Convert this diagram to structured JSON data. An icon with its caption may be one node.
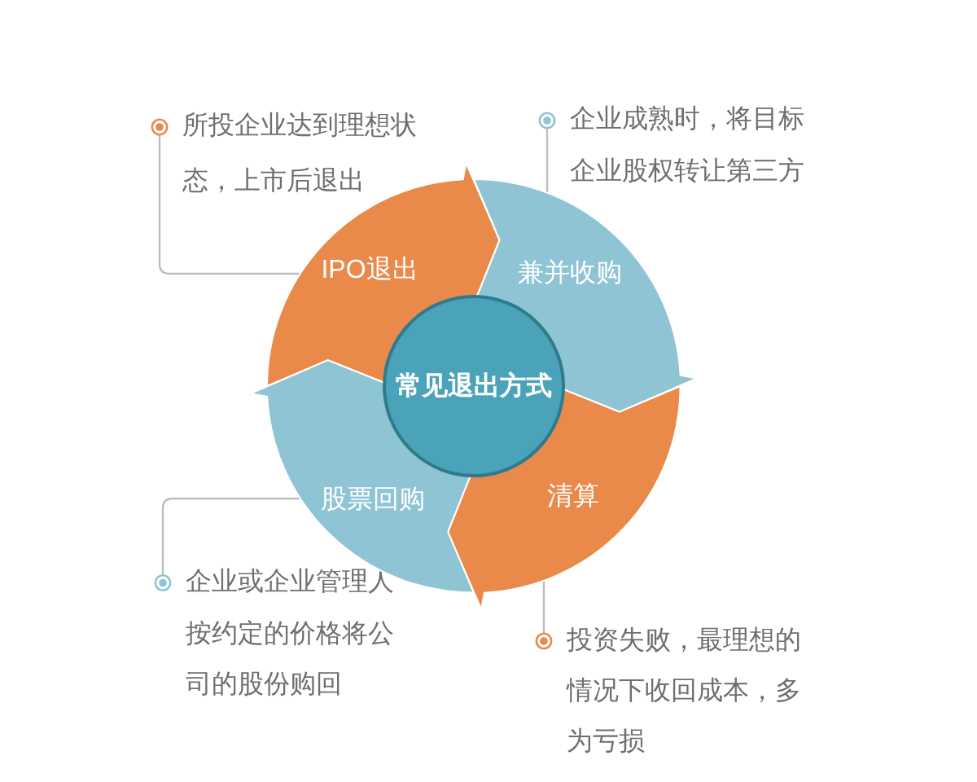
{
  "diagram": {
    "nodes": [
      {
        "text": [
          "所投企业达到理想状态，上市后退出"
        ]
      },
      {
        "text": [
          "企业成熟时，将目标企业股权转让第三方"
        ]
      },
      {
        "text": [
          "IPO退出"
        ]
      },
      {
        "text": [
          "兼并收购"
        ]
      },
      {
        "text": [
          "常见退出方式"
        ]
      },
      {
        "text": [
          "股票回购"
        ]
      },
      {
        "text": [
          "清算"
        ]
      },
      {
        "text": [
          "企业或企业管理人按约定的价格将公司的股份购回"
        ]
      },
      {
        "text": [
          "投资失败，最理想的情况下收回成本，多为亏损"
        ]
      }
    ],
    "edges": [
      {
        "from": 0,
        "to": 2,
        "arrow": "other"
      },
      {
        "from": 1,
        "to": 3,
        "arrow": "other"
      },
      {
        "from": 7,
        "to": 5,
        "arrow": "other"
      },
      {
        "from": 8,
        "to": 6,
        "arrow": "other"
      }
    ]
  }
}
